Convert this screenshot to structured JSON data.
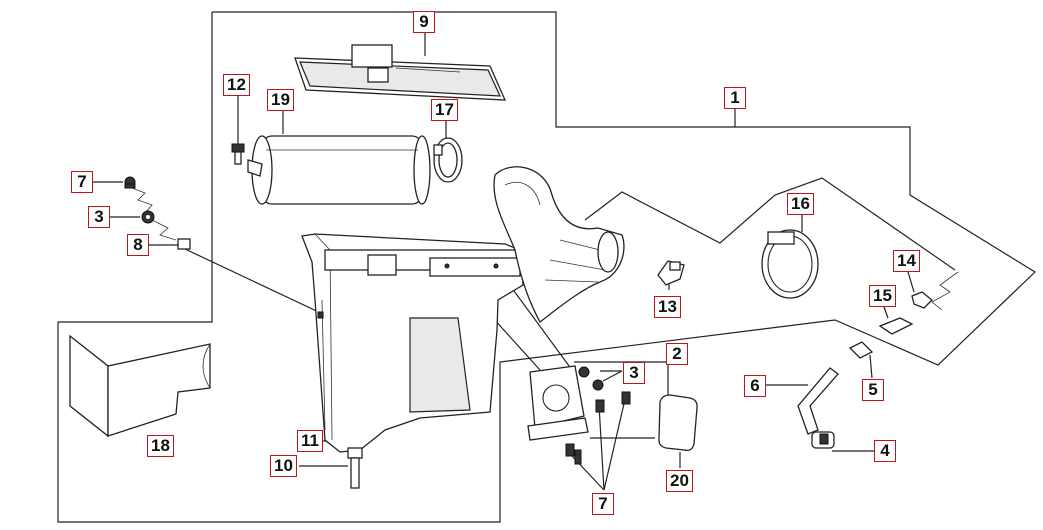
{
  "callouts": [
    {
      "id": "c9",
      "label": "9"
    },
    {
      "id": "c12",
      "label": "12"
    },
    {
      "id": "c19",
      "label": "19"
    },
    {
      "id": "c17",
      "label": "17"
    },
    {
      "id": "c1",
      "label": "1"
    },
    {
      "id": "c7a",
      "label": "7"
    },
    {
      "id": "c3a",
      "label": "3"
    },
    {
      "id": "c8",
      "label": "8"
    },
    {
      "id": "c16",
      "label": "16"
    },
    {
      "id": "c14",
      "label": "14"
    },
    {
      "id": "c15",
      "label": "15"
    },
    {
      "id": "c13",
      "label": "13"
    },
    {
      "id": "c2",
      "label": "2"
    },
    {
      "id": "c3b",
      "label": "3"
    },
    {
      "id": "c6",
      "label": "6"
    },
    {
      "id": "c5",
      "label": "5"
    },
    {
      "id": "c4",
      "label": "4"
    },
    {
      "id": "c18",
      "label": "18"
    },
    {
      "id": "c11",
      "label": "11"
    },
    {
      "id": "c10",
      "label": "10"
    },
    {
      "id": "c20",
      "label": "20"
    },
    {
      "id": "c7b",
      "label": "7"
    }
  ],
  "colors": {
    "callout_border": "#c0141c",
    "line": "#222222"
  }
}
